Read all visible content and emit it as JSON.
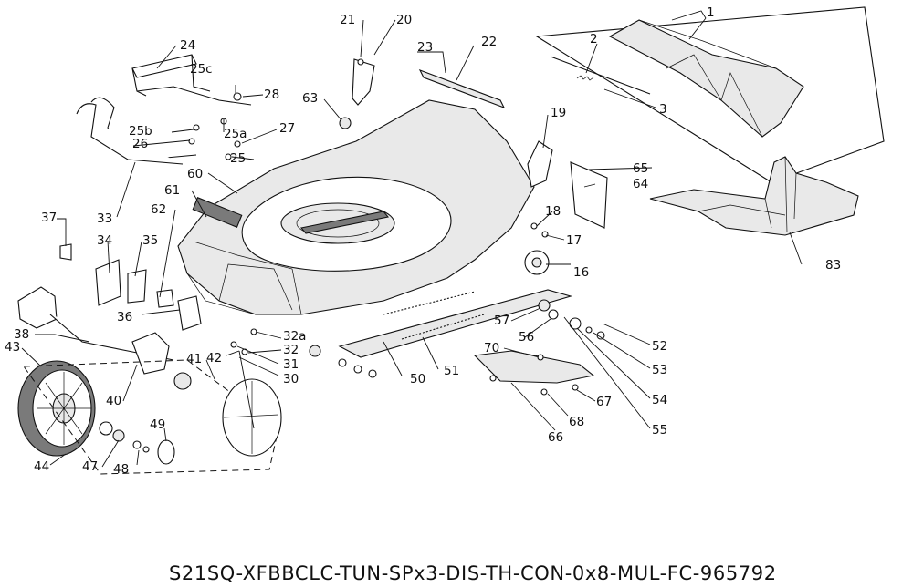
{
  "model_code": "S21SQ-XFBBCLC-TUN-SPx3-DIS-TH-CON-0x8-MUL-FC-965792",
  "parts": {
    "p1": "1",
    "p2": "2",
    "p3": "3",
    "p16": "16",
    "p17": "17",
    "p18": "18",
    "p19": "19",
    "p20": "20",
    "p21": "21",
    "p22": "22",
    "p23": "23",
    "p24": "24",
    "p25": "25",
    "p25a": "25a",
    "p25b": "25b",
    "p25c": "25c",
    "p26": "26",
    "p27": "27",
    "p28": "28",
    "p30": "30",
    "p31": "31",
    "p32": "32",
    "p32a": "32a",
    "p33": "33",
    "p34": "34",
    "p35": "35",
    "p36": "36",
    "p37": "37",
    "p38": "38",
    "p40": "40",
    "p41": "41",
    "p42": "42",
    "p43": "43",
    "p44": "44",
    "p47": "47",
    "p48": "48",
    "p49": "49",
    "p50": "50",
    "p51": "51",
    "p52": "52",
    "p53": "53",
    "p54": "54",
    "p55": "55",
    "p56": "56",
    "p57": "57",
    "p60": "60",
    "p61": "61",
    "p62": "62",
    "p63": "63",
    "p64": "64",
    "p65": "65",
    "p66": "66",
    "p67": "67",
    "p68": "68",
    "p70": "70",
    "p83": "83"
  }
}
